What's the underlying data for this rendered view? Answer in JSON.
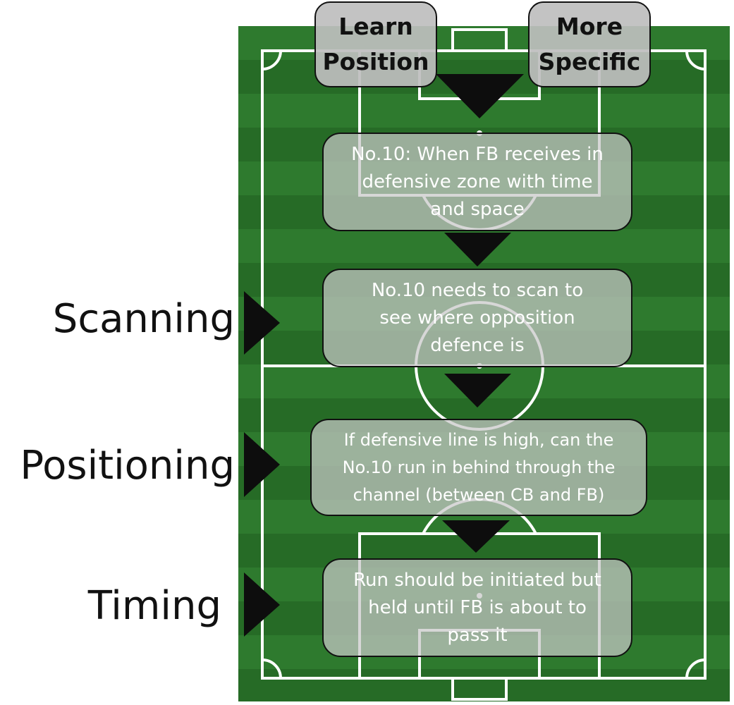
{
  "tags": {
    "learn_position": [
      "Learn",
      "Position"
    ],
    "more_specific": [
      "More",
      "Specific"
    ]
  },
  "steps": [
    {
      "lines": [
        "No.10: When FB receives in",
        "defensive zone with time",
        "and space"
      ]
    },
    {
      "lines": [
        "No.10 needs to scan to",
        "see where opposition",
        "defence is"
      ]
    },
    {
      "lines": [
        "If defensive line is high, can the",
        "No.10 run in behind through the",
        "channel (between CB and FB)"
      ]
    },
    {
      "lines": [
        "Run should be initiated but",
        "held until FB is about to",
        "pass it"
      ]
    }
  ],
  "side_labels": {
    "scanning": "Scanning",
    "positioning": "Positioning",
    "timing": "Timing"
  },
  "colors": {
    "pitch_light": "#2e7a2e",
    "pitch_dark": "#266b26",
    "lines": "#ffffff",
    "arrows": "#0d0d0d",
    "box_fill": "#c8c8c8"
  }
}
